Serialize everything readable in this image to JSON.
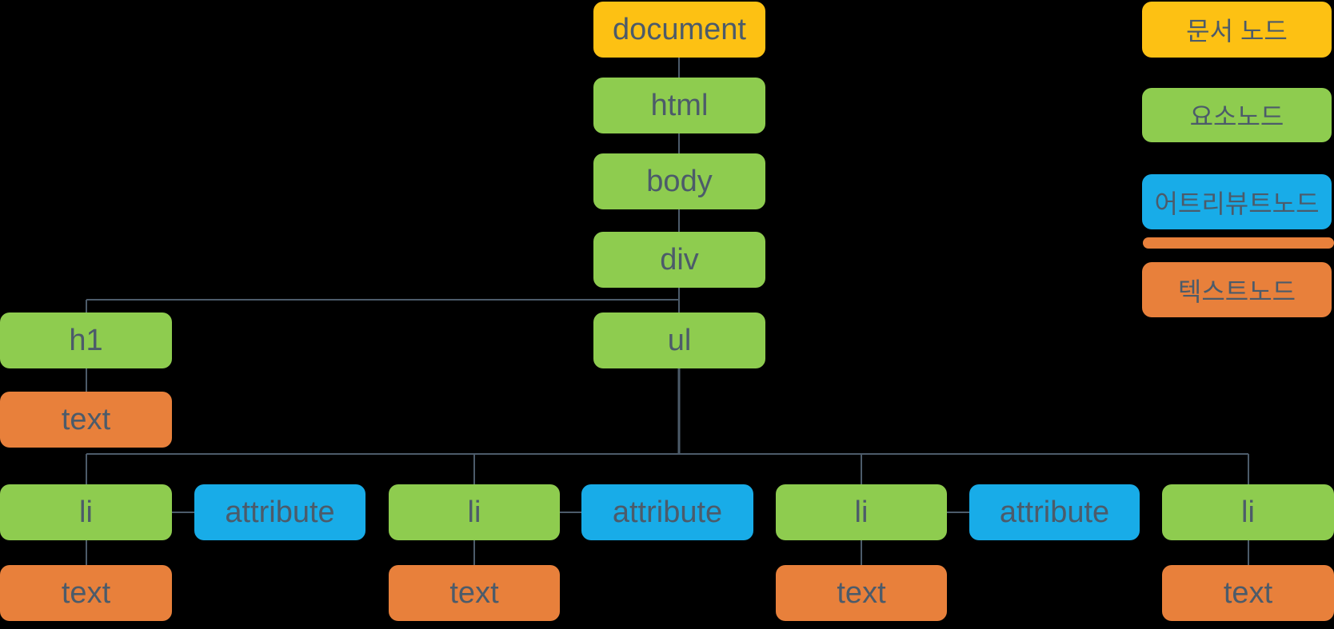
{
  "colors": {
    "background": "#000000",
    "document_node": "#FDC113",
    "element_node": "#8ECC4F",
    "attribute_node": "#18ACE8",
    "text_node": "#E8803B",
    "label_text": "#4C5B6A",
    "connector_line": "#4C5B6A"
  },
  "tree": {
    "nodes": [
      {
        "id": "document",
        "label": "document",
        "type": "document_node"
      },
      {
        "id": "html",
        "label": "html",
        "type": "element_node"
      },
      {
        "id": "body",
        "label": "body",
        "type": "element_node"
      },
      {
        "id": "div",
        "label": "div",
        "type": "element_node"
      },
      {
        "id": "h1",
        "label": "h1",
        "type": "element_node"
      },
      {
        "id": "ul",
        "label": "ul",
        "type": "element_node"
      },
      {
        "id": "h1-text",
        "label": "text",
        "type": "text_node"
      },
      {
        "id": "li-1",
        "label": "li",
        "type": "element_node"
      },
      {
        "id": "attribute-1",
        "label": "attribute",
        "type": "attribute_node"
      },
      {
        "id": "li-2",
        "label": "li",
        "type": "element_node"
      },
      {
        "id": "attribute-2",
        "label": "attribute",
        "type": "attribute_node"
      },
      {
        "id": "li-3",
        "label": "li",
        "type": "element_node"
      },
      {
        "id": "attribute-3",
        "label": "attribute",
        "type": "attribute_node"
      },
      {
        "id": "li-4",
        "label": "li",
        "type": "element_node"
      },
      {
        "id": "li-1-text",
        "label": "text",
        "type": "text_node"
      },
      {
        "id": "li-2-text",
        "label": "text",
        "type": "text_node"
      },
      {
        "id": "li-3-text",
        "label": "text",
        "type": "text_node"
      },
      {
        "id": "li-4-text",
        "label": "text",
        "type": "text_node"
      }
    ]
  },
  "legend": {
    "items": [
      {
        "id": "document-node",
        "label": "문서 노드",
        "type": "document_node"
      },
      {
        "id": "element-node",
        "label": "요소노드",
        "type": "element_node"
      },
      {
        "id": "attribute-node",
        "label": "어트리뷰트노드",
        "type": "attribute_node"
      },
      {
        "id": "text-node",
        "label": "텍스트노드",
        "type": "text_node"
      }
    ]
  }
}
